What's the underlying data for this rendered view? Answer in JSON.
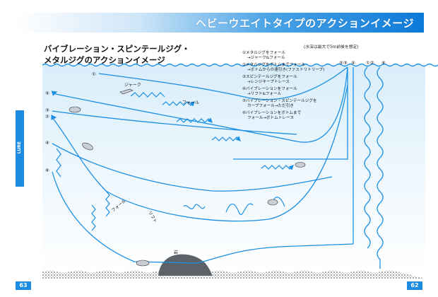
{
  "banner": {
    "title": "ヘビーウエイトタイプのアクションイメージ"
  },
  "side_tab": {
    "label": "LURE"
  },
  "heading": {
    "line1": "バイブレーション・スピンテールジグ・",
    "line2": "メタルジグのアクションイメージ"
  },
  "note": "(水深は最大で5m前後を想定)",
  "legend": [
    {
      "line1": "①メタルジグをフォール",
      "line2": "→ジャーク&フォール"
    },
    {
      "line1": "②メタルジグをボトムまでフォール",
      "line2": "→ボトムからの速引き(ファストリトリーブ)"
    },
    {
      "line1": "③スピンテールジグをフォール",
      "line2": "→レンジキープトレース"
    },
    {
      "line1": "④バイブレーションをフォール",
      "line2": "→リフト&フォール"
    },
    {
      "line1": "⑤バイブレーション・スピンテールジグを",
      "line2": "カーブフォール→ただ引き"
    },
    {
      "line1": "⑥バイブレーションをボトムまで",
      "line2": "フォール→ボトムトレース"
    }
  ],
  "diagram": {
    "left_markers": [
      "①",
      "⑤",
      "③",
      "②",
      "④",
      "⑥"
    ],
    "top_markers": [
      "⑤③",
      "④",
      "①②",
      "⑥"
    ],
    "labels": {
      "jerk": "ジャーク",
      "fall_top": "フォール",
      "fall_bottom": "フォール",
      "lift": "リフト",
      "rock": "岩"
    },
    "colors": {
      "line": "#1a8fe3",
      "water_top": "#dff0fb",
      "seabed": "#555b62"
    }
  },
  "page_numbers": {
    "left": "63",
    "right": "62"
  }
}
